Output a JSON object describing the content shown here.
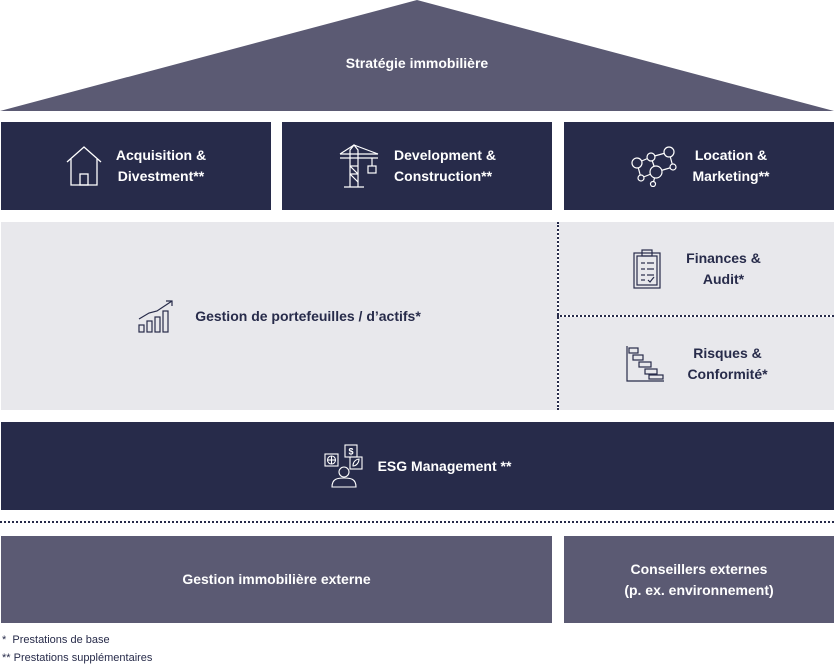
{
  "roof": {
    "title": "Stratégie immobilière"
  },
  "row1": [
    {
      "line1": "Acquisition &",
      "line2": "Divestment**",
      "icon": "house-icon"
    },
    {
      "line1": "Development &",
      "line2": "Construction**",
      "icon": "crane-icon"
    },
    {
      "line1": "Location &",
      "line2": "Marketing**",
      "icon": "network-icon"
    }
  ],
  "portfolio": {
    "label": "Gestion de portefeuilles / d’actifs*",
    "icon": "growth-chart-icon"
  },
  "finance": {
    "line1": "Finances &",
    "line2": "Audit*",
    "icon": "clipboard-checklist-icon"
  },
  "risk": {
    "line1": "Risques &",
    "line2": "Conformité*",
    "icon": "gantt-chart-icon"
  },
  "esg": {
    "label": "ESG Management **",
    "icon": "esg-person-icon"
  },
  "external": {
    "management": "Gestion immobilière externe",
    "advisors_line1": "Conseillers externes",
    "advisors_line2": "(p. ex. environnement)"
  },
  "legend": {
    "base": "*  Prestations de base",
    "extra": "** Prestations supplémentaires"
  },
  "colors": {
    "dark": "#272b4a",
    "mid": "#5b5a73",
    "light": "#e8e8ec"
  }
}
